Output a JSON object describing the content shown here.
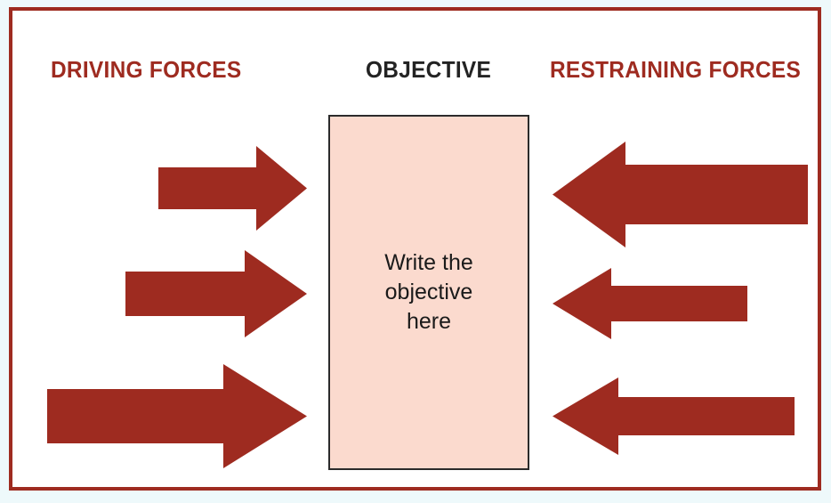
{
  "frame": {
    "border_color": "#9E2B20",
    "background": "#ffffff",
    "page_background": "#eef9fb"
  },
  "headers": {
    "driving": "DRIVING FORCES",
    "objective": "OBJECTIVE",
    "restraining": "RESTRAINING FORCES",
    "driving_color": "#9E2B20",
    "objective_color": "#232323",
    "restraining_color": "#9E2B20"
  },
  "objective_box": {
    "text": "Write the\nobjective\nhere",
    "fill_color": "#FBDACE",
    "border_color": "#2b2b2b"
  },
  "arrows": {
    "color": "#9E2B20",
    "driving": [
      {
        "name": "driving-arrow-1",
        "direction": "right"
      },
      {
        "name": "driving-arrow-2",
        "direction": "right"
      },
      {
        "name": "driving-arrow-3",
        "direction": "right"
      }
    ],
    "restraining": [
      {
        "name": "restraining-arrow-1",
        "direction": "left"
      },
      {
        "name": "restraining-arrow-2",
        "direction": "left"
      },
      {
        "name": "restraining-arrow-3",
        "direction": "left"
      }
    ]
  }
}
